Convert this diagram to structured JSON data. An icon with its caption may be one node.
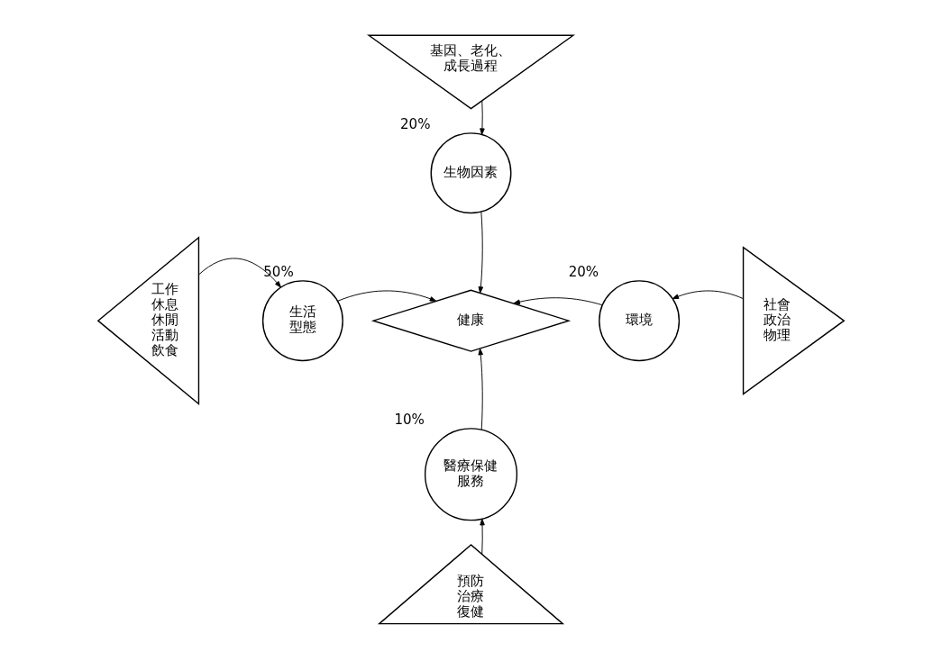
{
  "diagram": {
    "nodes": [
      {
        "text": [
          "基因、老化、成長過程"
        ]
      },
      {
        "text": [
          "生物因素"
        ],
        "beside": [
          "20%"
        ]
      },
      {
        "text": [
          "工作休息休閒活動飲食"
        ]
      },
      {
        "text": [
          "生活型態"
        ],
        "beside": [
          "50%"
        ]
      },
      {
        "text": [
          "健康"
        ]
      },
      {
        "text": [
          "環境"
        ],
        "beside": [
          "20%"
        ]
      },
      {
        "text": [
          "社會政治物理"
        ]
      },
      {
        "text": [
          "醫療保健服務"
        ],
        "beside": [
          "10%"
        ]
      },
      {
        "text": [
          "預防治療復健"
        ]
      }
    ],
    "edges": [
      {
        "from": 0,
        "to": 1,
        "arrow": "to"
      },
      {
        "from": 1,
        "to": 4,
        "arrow": "to"
      },
      {
        "from": 2,
        "to": 3,
        "arrow": "to"
      },
      {
        "from": 3,
        "to": 4,
        "arrow": "to"
      },
      {
        "from": 6,
        "to": 5,
        "arrow": "to"
      },
      {
        "from": 5,
        "to": 4,
        "arrow": "to"
      },
      {
        "from": 8,
        "to": 7,
        "arrow": "to"
      },
      {
        "from": 7,
        "to": 4,
        "arrow": "to"
      }
    ]
  }
}
